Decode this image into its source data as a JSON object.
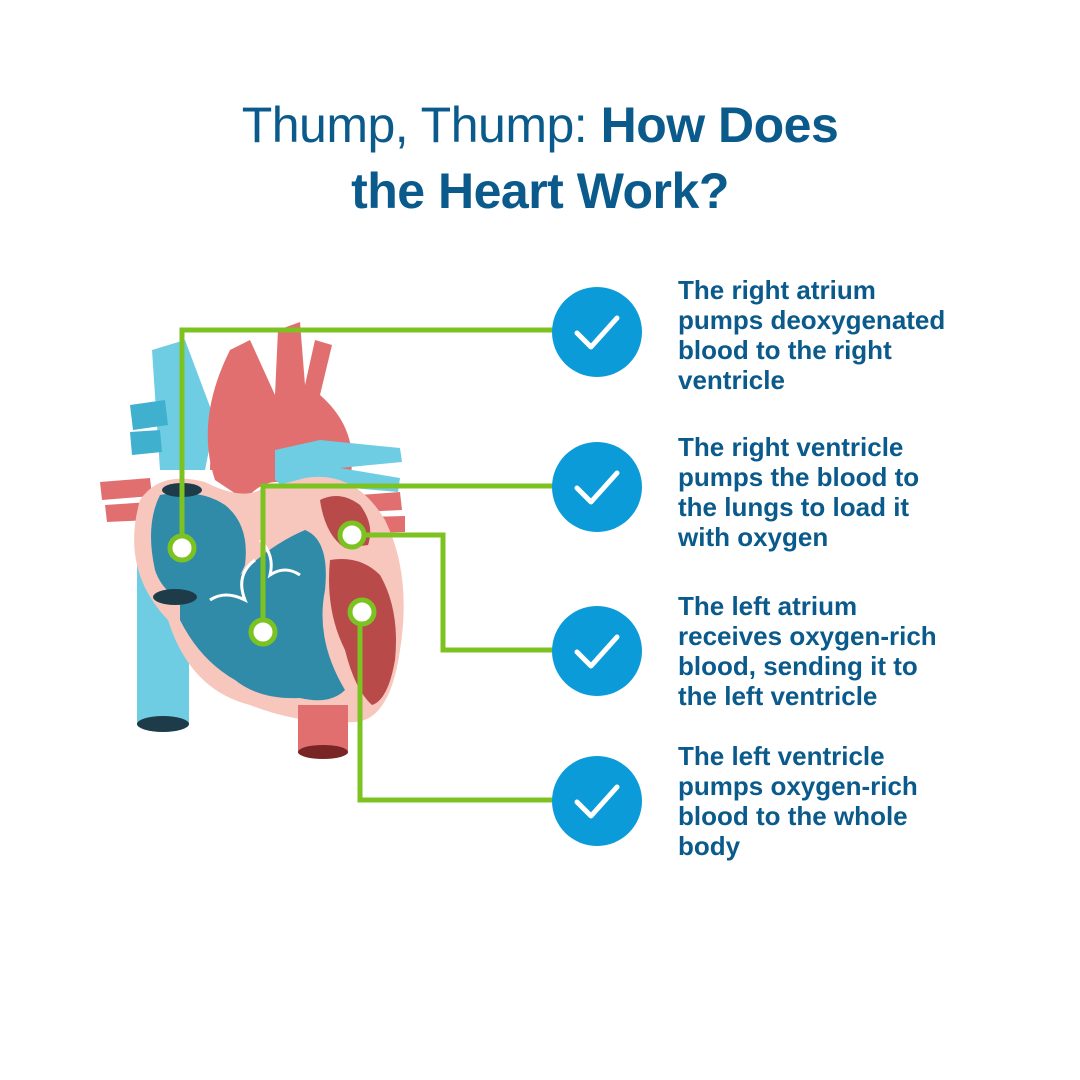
{
  "title": {
    "line1_light": "Thump, Thump: ",
    "line1_bold": "How Does",
    "line2_bold": "the Heart Work?"
  },
  "colors": {
    "title": "#0a5a8c",
    "connector": "#7cc221",
    "check_circle": "#0b9bd9",
    "deoxygenated": "#2f8ba8",
    "oxygenated": "#e26f6f"
  },
  "items": [
    {
      "lines": [
        "The right atrium",
        "pumps deoxygenated",
        "blood to the right",
        "ventricle"
      ],
      "icon": "check-icon"
    },
    {
      "lines": [
        "The right ventricle",
        "pumps the blood to",
        "the lungs to load it",
        "with oxygen"
      ],
      "icon": "check-icon"
    },
    {
      "lines": [
        "The left atrium",
        "receives oxygen-rich",
        "blood, sending it to",
        "the left ventricle"
      ],
      "icon": "check-icon"
    },
    {
      "lines": [
        "The left ventricle",
        "pumps oxygen-rich",
        "blood to the whole",
        "body"
      ],
      "icon": "check-icon"
    }
  ]
}
